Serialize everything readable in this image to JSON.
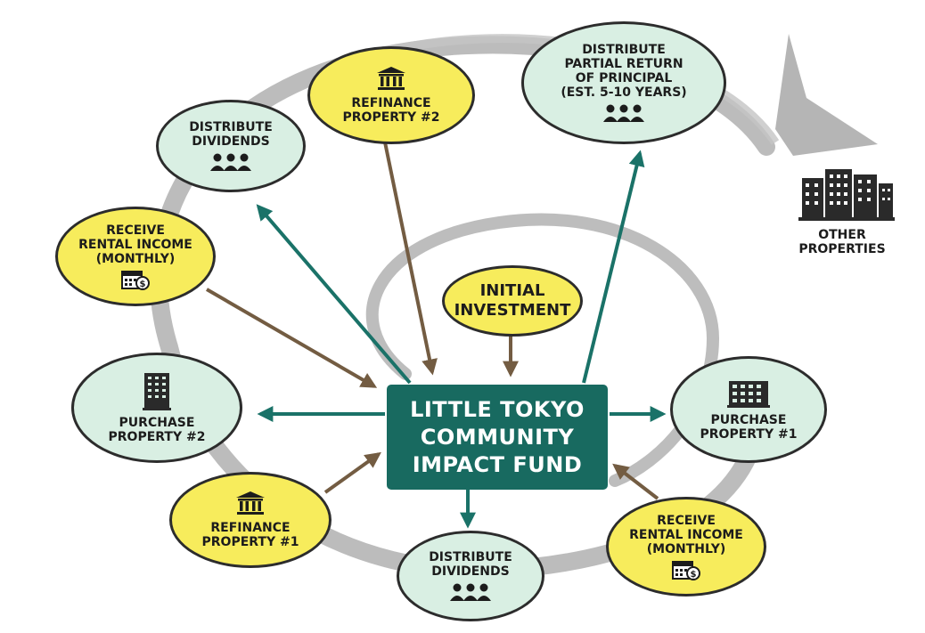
{
  "colors": {
    "center_fill": "#186a60",
    "center_text": "#ffffff",
    "yellow_node": "#f7ec5c",
    "teal_node": "#d9efe3",
    "node_border": "#2c2c2c",
    "cycle_ring": "#b5b5b5",
    "arrow_teal": "#1a7268",
    "arrow_brown": "#735c42"
  },
  "center": {
    "lines": [
      "LITTLE TOKYO",
      "COMMUNITY",
      "IMPACT FUND"
    ]
  },
  "nodes": {
    "initial_investment": {
      "lines": [
        "INITIAL",
        "INVESTMENT"
      ]
    },
    "refinance_property_2": {
      "lines": [
        "REFINANCE",
        "PROPERTY #2"
      ],
      "icon": "bank-icon"
    },
    "distribute_partial_return": {
      "lines": [
        "DISTRIBUTE",
        "PARTIAL RETURN",
        "OF PRINCIPAL",
        "(EST. 5-10 YEARS)"
      ],
      "icon": "people-icon"
    },
    "distribute_dividends_top": {
      "lines": [
        "DISTRIBUTE",
        "DIVIDENDS"
      ],
      "icon": "people-icon"
    },
    "receive_rental_income_left": {
      "lines": [
        "RECEIVE",
        "RENTAL INCOME",
        "(MONTHLY)"
      ],
      "icon": "calendar-dollar-icon"
    },
    "purchase_property_2": {
      "lines": [
        "PURCHASE",
        "PROPERTY #2"
      ],
      "icon": "building-icon"
    },
    "purchase_property_1": {
      "lines": [
        "PURCHASE",
        "PROPERTY #1"
      ],
      "icon": "building-icon"
    },
    "refinance_property_1": {
      "lines": [
        "REFINANCE",
        "PROPERTY #1"
      ],
      "icon": "bank-icon"
    },
    "distribute_dividends_bottom": {
      "lines": [
        "DISTRIBUTE",
        "DIVIDENDS"
      ],
      "icon": "people-icon"
    },
    "receive_rental_income_right": {
      "lines": [
        "RECEIVE",
        "RENTAL INCOME",
        "(MONTHLY)"
      ],
      "icon": "calendar-dollar-icon"
    }
  },
  "other_properties": {
    "lines": [
      "OTHER",
      "PROPERTIES"
    ],
    "icon": "city-buildings-icon"
  }
}
